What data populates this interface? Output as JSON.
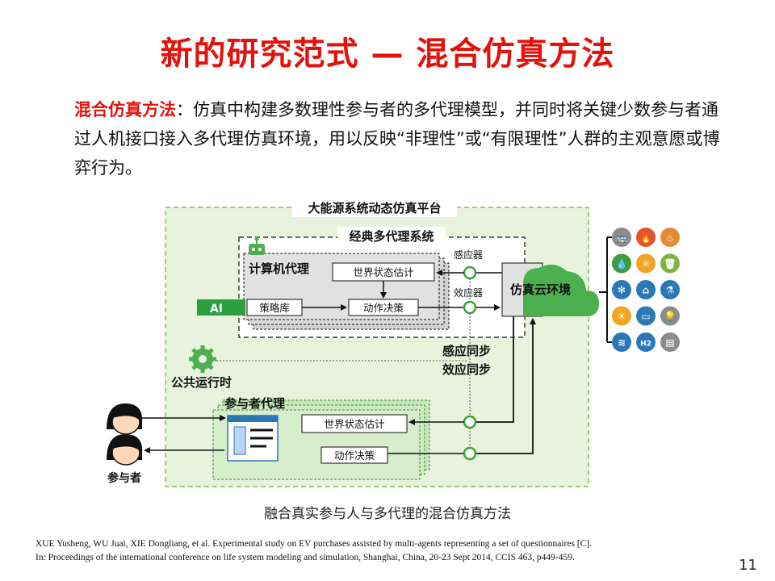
{
  "title": "新的研究范式 — 混合仿真方法",
  "intro": {
    "lead": "混合仿真方法",
    "text": "：仿真中构建多数理性参与者的多代理模型，并同时将关键少数参与者通过人机接口接入多代理仿真环境，用以反映“非理性”或“有限理性”人群的主观意愿或博弈行为。"
  },
  "diagram": {
    "platform_label": "大能源系统动态仿真平台",
    "mas_label": "经典多代理系统",
    "computer_agent_label": "计算机代理",
    "world_state_label": "世界状态估计",
    "strategy_label": "策略库",
    "action_label": "动作决策",
    "ai_label": "AI",
    "sensor_label": "感应器",
    "effector_label": "效应器",
    "cloud_label": "仿真云环境",
    "sync_label_1": "感应同步",
    "sync_label_2": "效应同步",
    "runtime_label": "公共运行时",
    "participant_agent_label": "参与者代理",
    "participant_world_state_label": "世界状态估计",
    "participant_action_label": "动作决策",
    "participants_label": "参与者",
    "energy_icons": [
      {
        "name": "ev-bus-icon",
        "color": "#8c8c8c",
        "glyph": "🚌"
      },
      {
        "name": "fire-icon",
        "color": "#e3562b",
        "glyph": "🔥"
      },
      {
        "name": "heating-icon",
        "color": "#e48a34",
        "glyph": "♨"
      },
      {
        "name": "water-drop-icon",
        "color": "#3e9b3f",
        "glyph": "💧"
      },
      {
        "name": "atom-icon",
        "color": "#f0a424",
        "glyph": "⚛"
      },
      {
        "name": "trash-icon",
        "color": "#7cb342",
        "glyph": "🗑"
      },
      {
        "name": "wind-turbine-icon",
        "color": "#2a78b8",
        "glyph": "✻"
      },
      {
        "name": "house-grid-icon",
        "color": "#2a78b8",
        "glyph": "⌂"
      },
      {
        "name": "flask-icon",
        "color": "#2a78b8",
        "glyph": "⚗"
      },
      {
        "name": "sun-icon",
        "color": "#f0a424",
        "glyph": "☀"
      },
      {
        "name": "battery-car-icon",
        "color": "#2a78b8",
        "glyph": "▭"
      },
      {
        "name": "bulb-icon",
        "color": "#8c8c8c",
        "glyph": "💡"
      },
      {
        "name": "wave-icon",
        "color": "#2a78b8",
        "glyph": "≋"
      },
      {
        "name": "hydrogen-icon",
        "color": "#2a78b8",
        "glyph": "H2"
      },
      {
        "name": "meter-icon",
        "color": "#8c8c8c",
        "glyph": "▤"
      }
    ]
  },
  "caption": "融合真实参与人与多代理的混合仿真方法",
  "references": [
    "XUE Yusheng, WU Juai, XIE Dongliang,  et al. Experimental study on EV purchases assisted by multi-agents representing a set of questionnaires [C].",
    "In: Proceedings of the international  conference on life system modeling  and simulation,  Shanghai,  China,  20-23 Sept 2014,  CCIS 463,  p449-459."
  ],
  "page_number": "11"
}
